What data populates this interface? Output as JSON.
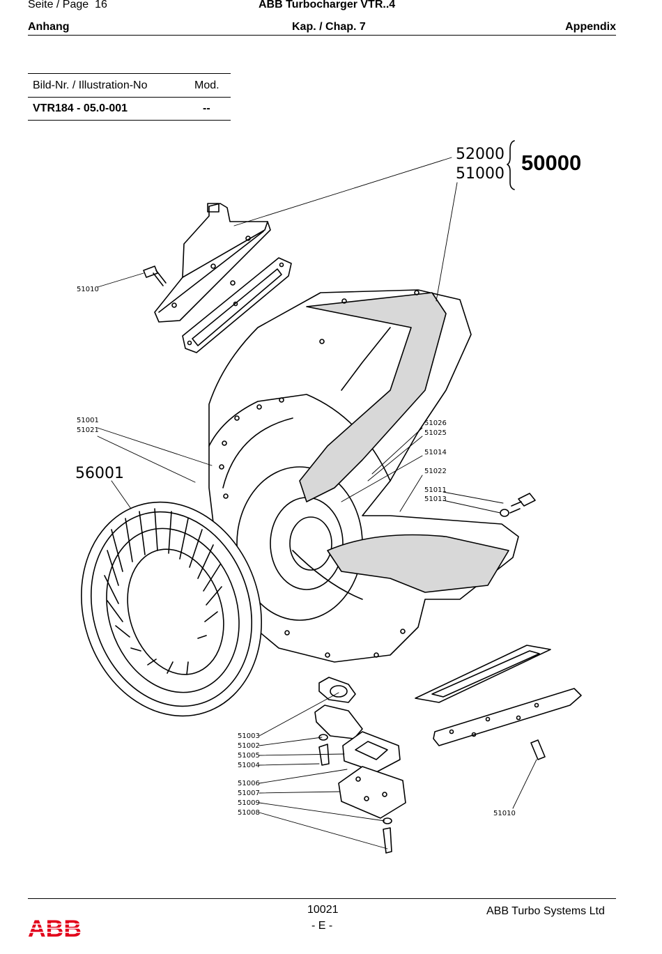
{
  "header": {
    "page_label": "Seite / Page",
    "page_number": "16",
    "doc_title": "ABB Turbocharger VTR..4",
    "section_left": "Anhang",
    "section_center": "Kap. / Chap. 7",
    "section_right": "Appendix"
  },
  "illustration_table": {
    "col_illustration": "Bild-Nr. / Illustration-No",
    "col_mod": "Mod.",
    "illustration_no": "VTR184 - 05.0-001",
    "mod_value": "--"
  },
  "drawing": {
    "assembly_number": "50000",
    "brace_parts": [
      "52000",
      "51000"
    ],
    "callouts": {
      "p51010_top": "51010",
      "p51001": "51001",
      "p51021": "51021",
      "p56001": "56001",
      "p51026": "51026",
      "p51025": "51025",
      "p51014": "51014",
      "p51022": "51022",
      "p51011": "51011",
      "p51013": "51013",
      "p51003": "51003",
      "p51002": "51002",
      "p51005": "51005",
      "p51004": "51004",
      "p51006": "51006",
      "p51007": "51007",
      "p51009": "51009",
      "p51008": "51008",
      "p51010_bottom": "51010"
    }
  },
  "footer": {
    "doc_number": "10021",
    "language": "- E -",
    "company": "ABB Turbo Systems Ltd",
    "logo_text": "ABB",
    "logo_color": "#e2001a"
  }
}
